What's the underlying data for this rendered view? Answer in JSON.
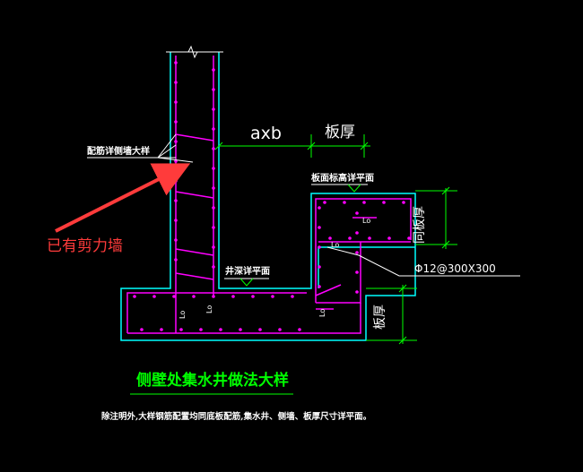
{
  "labels": {
    "rebar_note": "配筋详侧墙大样",
    "dim_axb": "axb",
    "slab_thickness": "板厚",
    "slab_top_elev": "板面标高详平面",
    "same_slab_thickness": "同板厚",
    "pit_depth": "井深详平面",
    "bar_spec": "Φ12@300X300",
    "bottom_thickness": "板厚",
    "lap_lo": "Lo",
    "title": "侧壁处集水井做法大样",
    "footnote": "除注明外,大样钢筋配置均同底板配筋,集水井、侧墙、板厚尺寸详平面。",
    "annotation": "已有剪力墙"
  },
  "colors": {
    "background": "#000000",
    "concrete_outline": "#00ffff",
    "rebar": "#ff00ff",
    "leader": "#ffffff",
    "dimension": "#00ff00",
    "title": "#00ff00",
    "annotation": "#ff3b3b"
  }
}
